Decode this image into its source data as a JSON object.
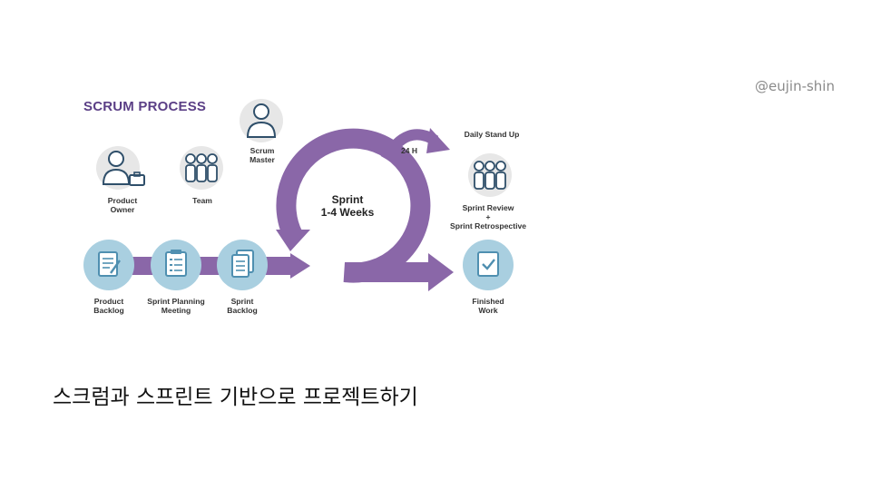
{
  "handle": "@eujin-shin",
  "caption": "스크럼과 스프린트 기반으로 프로젝트하기",
  "diagram": {
    "title": "SCRUM PROCESS",
    "roles": {
      "product_owner": [
        "Product",
        "Owner"
      ],
      "team": [
        "Team"
      ],
      "scrum_master": [
        "Scrum",
        "Master"
      ]
    },
    "steps": {
      "product_backlog": [
        "Product",
        "Backlog"
      ],
      "sprint_planning": [
        "Sprint Planning",
        "Meeting"
      ],
      "sprint_backlog": [
        "Sprint",
        "Backlog"
      ],
      "finished_work": [
        "Finished",
        "Work"
      ]
    },
    "sprint": [
      "Sprint",
      "1-4 Weeks"
    ],
    "cycle_24h": "24 H",
    "daily_standup": "Daily Stand Up",
    "review": [
      "Sprint Review",
      "+",
      "Sprint Retrospective"
    ],
    "colors": {
      "purple": "#8a67a8",
      "purple_title": "#5b3f86",
      "circle_blue": "#a9cfe0",
      "icon_blue": "#4f8fb0",
      "person_bg": "#e7e7e7",
      "icon_dark": "#2f4f6a"
    }
  }
}
